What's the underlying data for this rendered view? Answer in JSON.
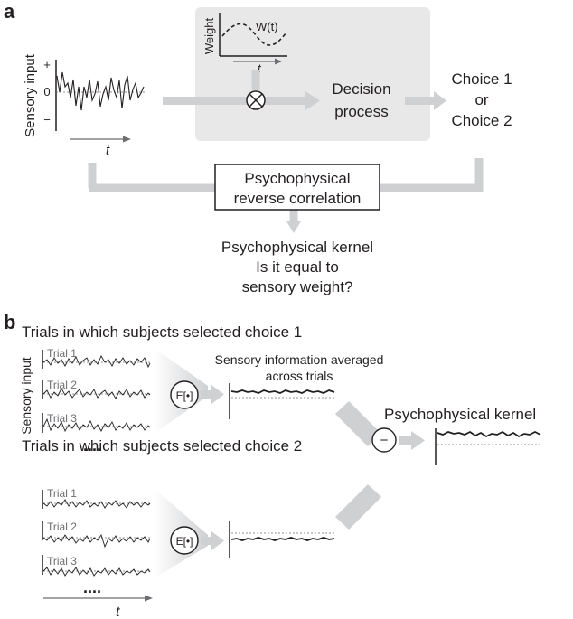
{
  "panel_a": {
    "label": "a",
    "sensory_input_label": "Sensory input",
    "y_plus": "+",
    "y_zero": "0",
    "y_minus": "−",
    "time_label": "t",
    "weight_label": "Weight",
    "weight_function": "W(t)",
    "weight_time_label": "t",
    "decision_line1": "Decision",
    "decision_line2": "process",
    "choice_line1": "Choice 1",
    "choice_line2": "or",
    "choice_line3": "Choice 2",
    "revcorr_line1": "Psychophysical",
    "revcorr_line2": "reverse correlation",
    "kernel_q_line1": "Psychophysical kernel",
    "kernel_q_line2": "Is it equal to",
    "kernel_q_line3": "sensory weight?"
  },
  "panel_b": {
    "label": "b",
    "choice1_title": "Trials in which subjects selected choice 1",
    "choice2_title": "Trials in which subjects selected choice 2",
    "sensory_input_label": "Sensory input",
    "trial1": "Trial 1",
    "trial2": "Trial 2",
    "trial3": "Trial 3",
    "ellipsis": "....",
    "expectation": "E[•]",
    "averaged_line1": "Sensory information averaged",
    "averaged_line2": "across trials",
    "minus": "−",
    "kernel_title": "Psychophysical kernel",
    "time_label": "t"
  },
  "colors": {
    "gray_arrow": "#cfd0d2",
    "gray_box": "#e8e8e8",
    "dark": "#231f20",
    "trace_gray": "#6d6e71"
  }
}
